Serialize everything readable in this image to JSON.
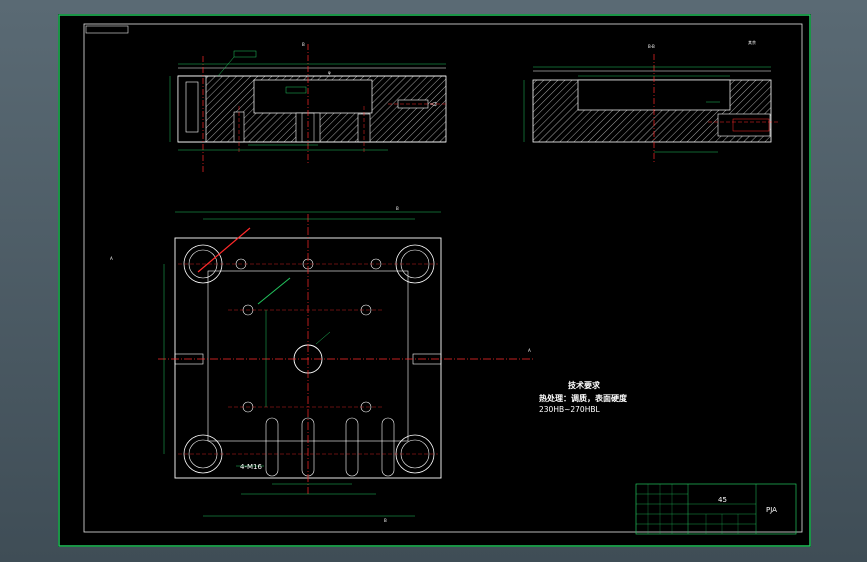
{
  "drawing": {
    "tech_requirements": {
      "title": "技术要求",
      "line1": "热处理：调质，表面硬度",
      "line2": "230HB~270HBL"
    },
    "bolt_note": "4-M16",
    "title_block": {
      "material": "45",
      "part_code": "PJA"
    }
  },
  "colors": {
    "background": "#000000",
    "border": "#22c55e",
    "white_lines": "#ffffff",
    "center_lines": "#ff2a2a",
    "hatch": "#d8d8d8"
  }
}
